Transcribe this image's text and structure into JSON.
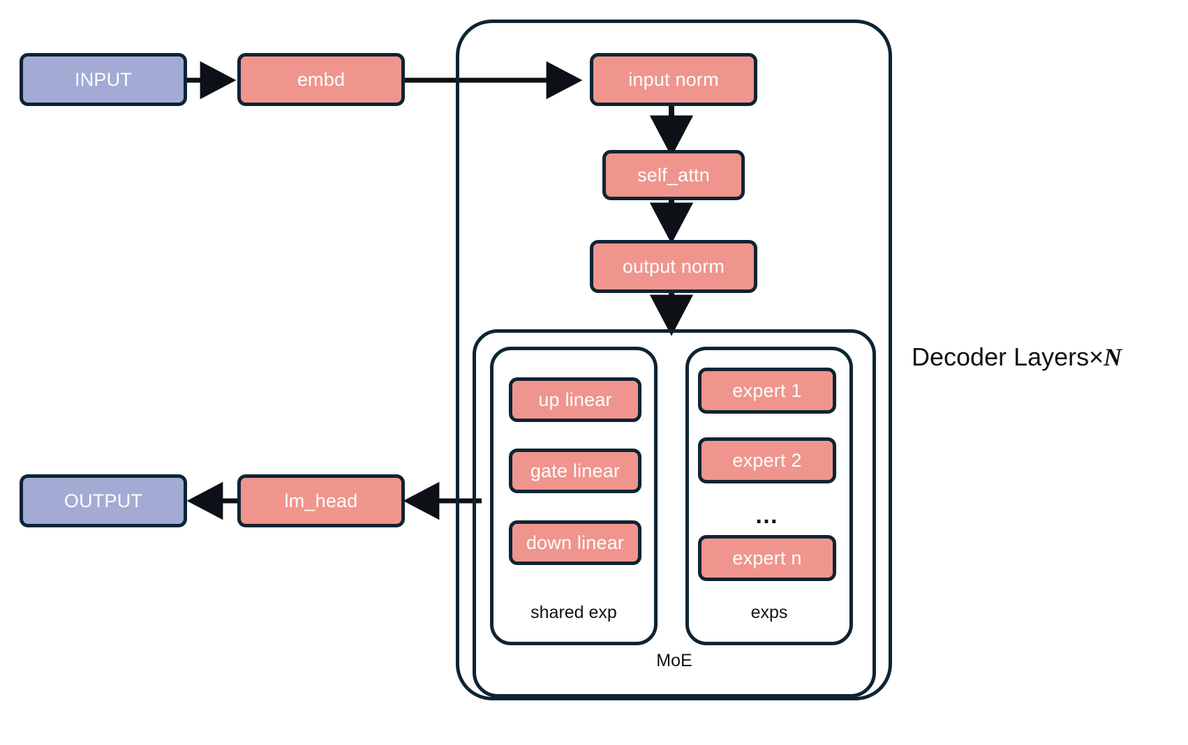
{
  "diagram": {
    "title_caption": "Decoder Layers×",
    "title_caption_emph": "N",
    "colors": {
      "stroke": "#0d2433",
      "salmon": "#ef958d",
      "violet": "#a3abd4",
      "text_on_node": "#ffffff",
      "text_plain": "#0d1117",
      "background": "#ffffff"
    }
  },
  "nodes": {
    "input": "INPUT",
    "embd": "embd",
    "input_norm": "input norm",
    "self_attn": "self_attn",
    "output_norm": "output norm",
    "lm_head": "lm_head",
    "output": "OUTPUT"
  },
  "moe": {
    "label": "MoE",
    "shared_exp": {
      "label": "shared exp",
      "items": [
        "up linear",
        "gate linear",
        "down linear"
      ]
    },
    "exps": {
      "label": "exps",
      "items": [
        "expert 1",
        "expert 2"
      ],
      "ellipsis": "…",
      "last_item": "expert n"
    }
  }
}
